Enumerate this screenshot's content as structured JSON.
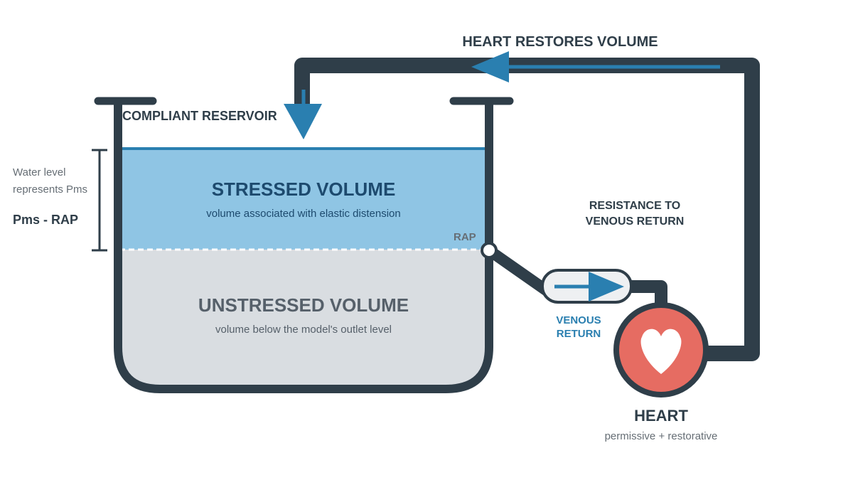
{
  "labels": {
    "heart_restores_volume": "HEART RESTORES VOLUME",
    "compliant_reservoir": "COMPLIANT RESERVOIR",
    "stressed_title": "STRESSED VOLUME",
    "stressed_desc": "volume associated with elastic distension",
    "unstressed_title": "UNSTRESSED VOLUME",
    "unstressed_desc": "volume below the model's outlet level",
    "water_level_line1": "Water level",
    "water_level_line2": "represents Pms",
    "pms_rap": "Pms - RAP",
    "rap": "RAP",
    "resistance_line1": "RESISTANCE TO",
    "resistance_line2": "VENOUS RETURN",
    "venous_line1": "VENOUS",
    "venous_line2": "RETURN",
    "heart_title": "HEART",
    "heart_desc": "permissive + restorative"
  },
  "icons": {
    "heart": "heart-icon",
    "down_arrow": "down-arrow-icon",
    "left_arrow": "left-arrow-icon",
    "right_arrow": "right-arrow-icon"
  },
  "colors": {
    "outline": "#2f3e49",
    "stressed_fill": "#8fc5e4",
    "stressed_text": "#1d4a6e",
    "unstressed_fill": "#d9dde1",
    "unstressed_text": "#56606a",
    "arrow_blue": "#2a7fb0",
    "heart_red": "#e66c62",
    "gray_text": "#666e75"
  }
}
